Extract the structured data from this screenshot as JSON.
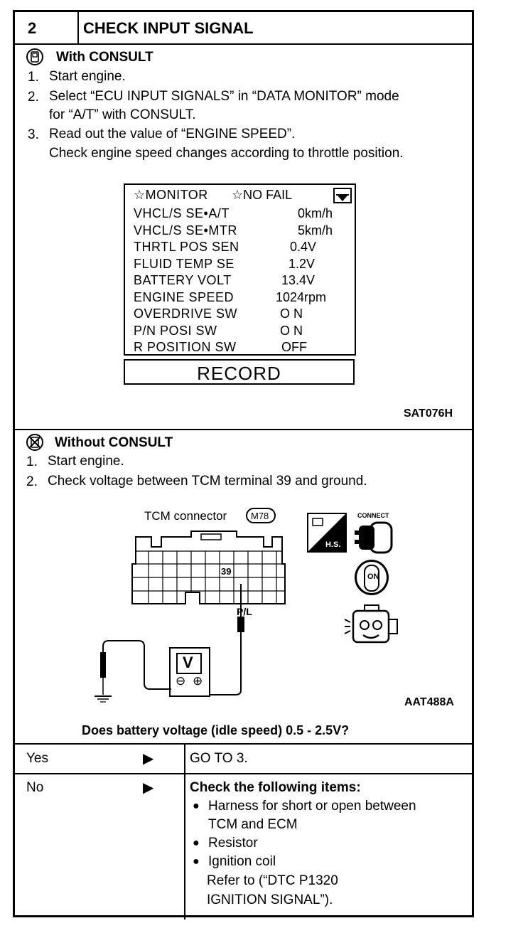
{
  "header": {
    "step_number": "2",
    "title": "CHECK INPUT SIGNAL"
  },
  "with_consult": {
    "heading": "With CONSULT",
    "steps": [
      {
        "num": "1.",
        "lines": [
          "Start engine."
        ]
      },
      {
        "num": "2.",
        "lines": [
          "Select “ECU INPUT SIGNALS” in “DATA MONITOR” mode",
          "for “A/T” with CONSULT."
        ]
      },
      {
        "num": "3.",
        "lines": [
          "Read out the value of “ENGINE SPEED”.",
          "Check engine speed changes according to throttle position."
        ]
      }
    ],
    "monitor": {
      "header_left": "☆MONITOR",
      "header_right": "☆NO FAIL",
      "rows": [
        {
          "label": "VHCL/S SE•A/T",
          "value": "0km/h"
        },
        {
          "label": "VHCL/S SE•MTR",
          "value": "5km/h"
        },
        {
          "label": "THRTL POS SEN",
          "value": "0.4V"
        },
        {
          "label": "FLUID TEMP SE",
          "value": "1.2V"
        },
        {
          "label": "BATTERY VOLT",
          "value": "13.4V"
        },
        {
          "label": "ENGINE SPEED",
          "value": "1024rpm"
        },
        {
          "label": "OVERDRIVE SW",
          "value": "O N"
        },
        {
          "label": "P/N POSI SW",
          "value": "O N"
        },
        {
          "label": "R POSITION SW",
          "value": "OFF"
        }
      ],
      "record_label": "RECORD"
    },
    "figure_code": "SAT076H"
  },
  "without_consult": {
    "heading": "Without CONSULT",
    "steps": [
      {
        "num": "1.",
        "lines": [
          "Start engine."
        ]
      },
      {
        "num": "2.",
        "lines": [
          "Check voltage between TCM terminal 39 and ground."
        ]
      }
    ],
    "diagram": {
      "connector_label": "TCM connector",
      "connector_code": "M78",
      "terminal": "39",
      "wire_label": "P/L",
      "meter_symbol": "V",
      "minus": "⊖",
      "plus": "⊕",
      "hs_label": "H.S.",
      "connect_label": "CONNECT",
      "on_label": "ON"
    },
    "figure_code": "AAT488A"
  },
  "question": "Does battery voltage (idle speed) 0.5 - 2.5V?",
  "results": [
    {
      "answer": "Yes",
      "action_lines": [
        "GO TO 3."
      ]
    },
    {
      "answer": "No",
      "action_heading": "Check the following items:",
      "bullets": [
        {
          "lines": [
            "Harness for short or open between",
            "TCM and ECM"
          ]
        },
        {
          "lines": [
            "Resistor"
          ]
        },
        {
          "lines": [
            "Ignition coil",
            "Refer to (“DTC P1320",
            "IGNITION SIGNAL”)."
          ]
        }
      ]
    }
  ]
}
